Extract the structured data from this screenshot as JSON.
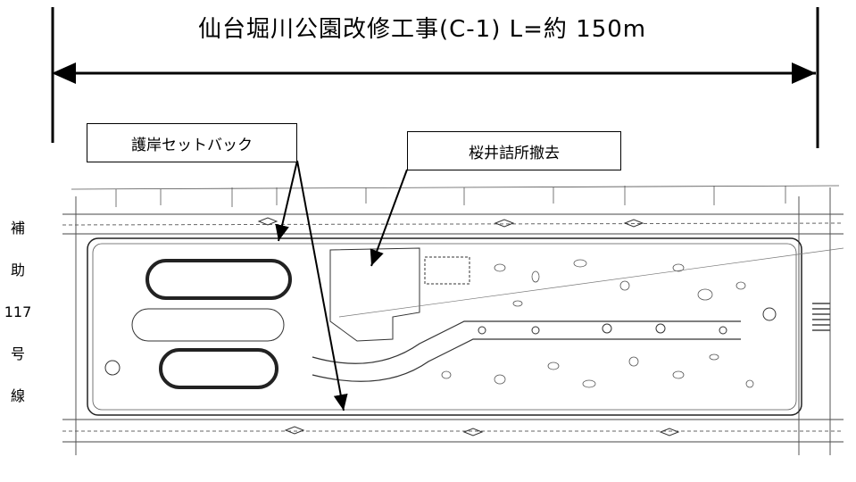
{
  "title": "仙台堀川公園改修工事(C-1) L=約 150m",
  "callouts": {
    "revetment": "護岸セットバック",
    "station": "桜井詰所撤去"
  },
  "side_label": [
    "補",
    "助",
    "117",
    "号",
    "線"
  ]
}
